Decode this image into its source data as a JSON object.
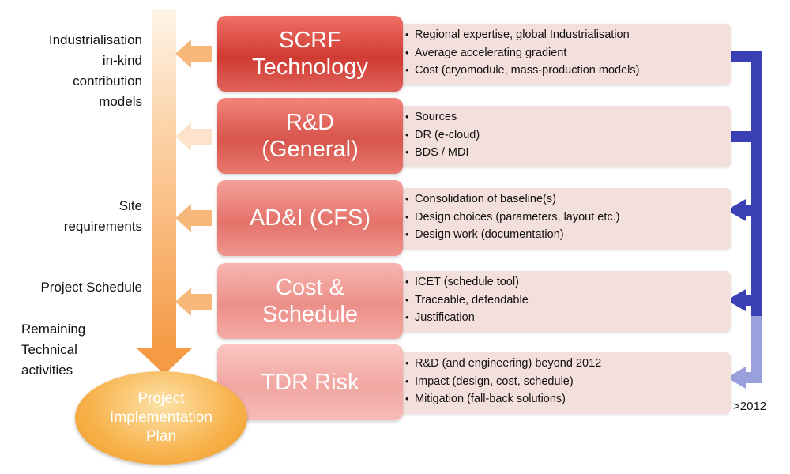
{
  "left_labels": [
    "Industrialisation\nin-kind\ncontribution\nmodels",
    "Site\nrequirements",
    "Project Schedule",
    "Remaining\nTechnical\nactivities"
  ],
  "rows": [
    {
      "title": "SCRF\nTechnology",
      "bullets": [
        "Regional expertise, global Industrialisation",
        "Average accelerating gradient",
        "Cost (cryomodule, mass-production models)"
      ]
    },
    {
      "title": "R&D\n(General)",
      "bullets": [
        "Sources",
        "DR (e-cloud)",
        "BDS / MDI"
      ]
    },
    {
      "title": "AD&I (CFS)",
      "bullets": [
        "Consolidation of baseline(s)",
        "Design choices (parameters, layout etc.)",
        "Design work (documentation)"
      ]
    },
    {
      "title": "Cost &\nSchedule",
      "bullets": [
        "ICET (schedule tool)",
        "Traceable, defendable",
        "Justification"
      ]
    },
    {
      "title": "TDR Risk",
      "bullets": [
        "R&D (and engineering) beyond 2012",
        "Impact (design, cost, schedule)",
        "Mitigation (fall-back solutions)"
      ]
    }
  ],
  "plan": "Project\nImplementation\nPlan",
  "year_label": ">2012",
  "colors": {
    "orange_arrow": "#f7a65a",
    "blue_arrow": "#3a3ab0",
    "panel_bg": "#f3dfdc"
  }
}
